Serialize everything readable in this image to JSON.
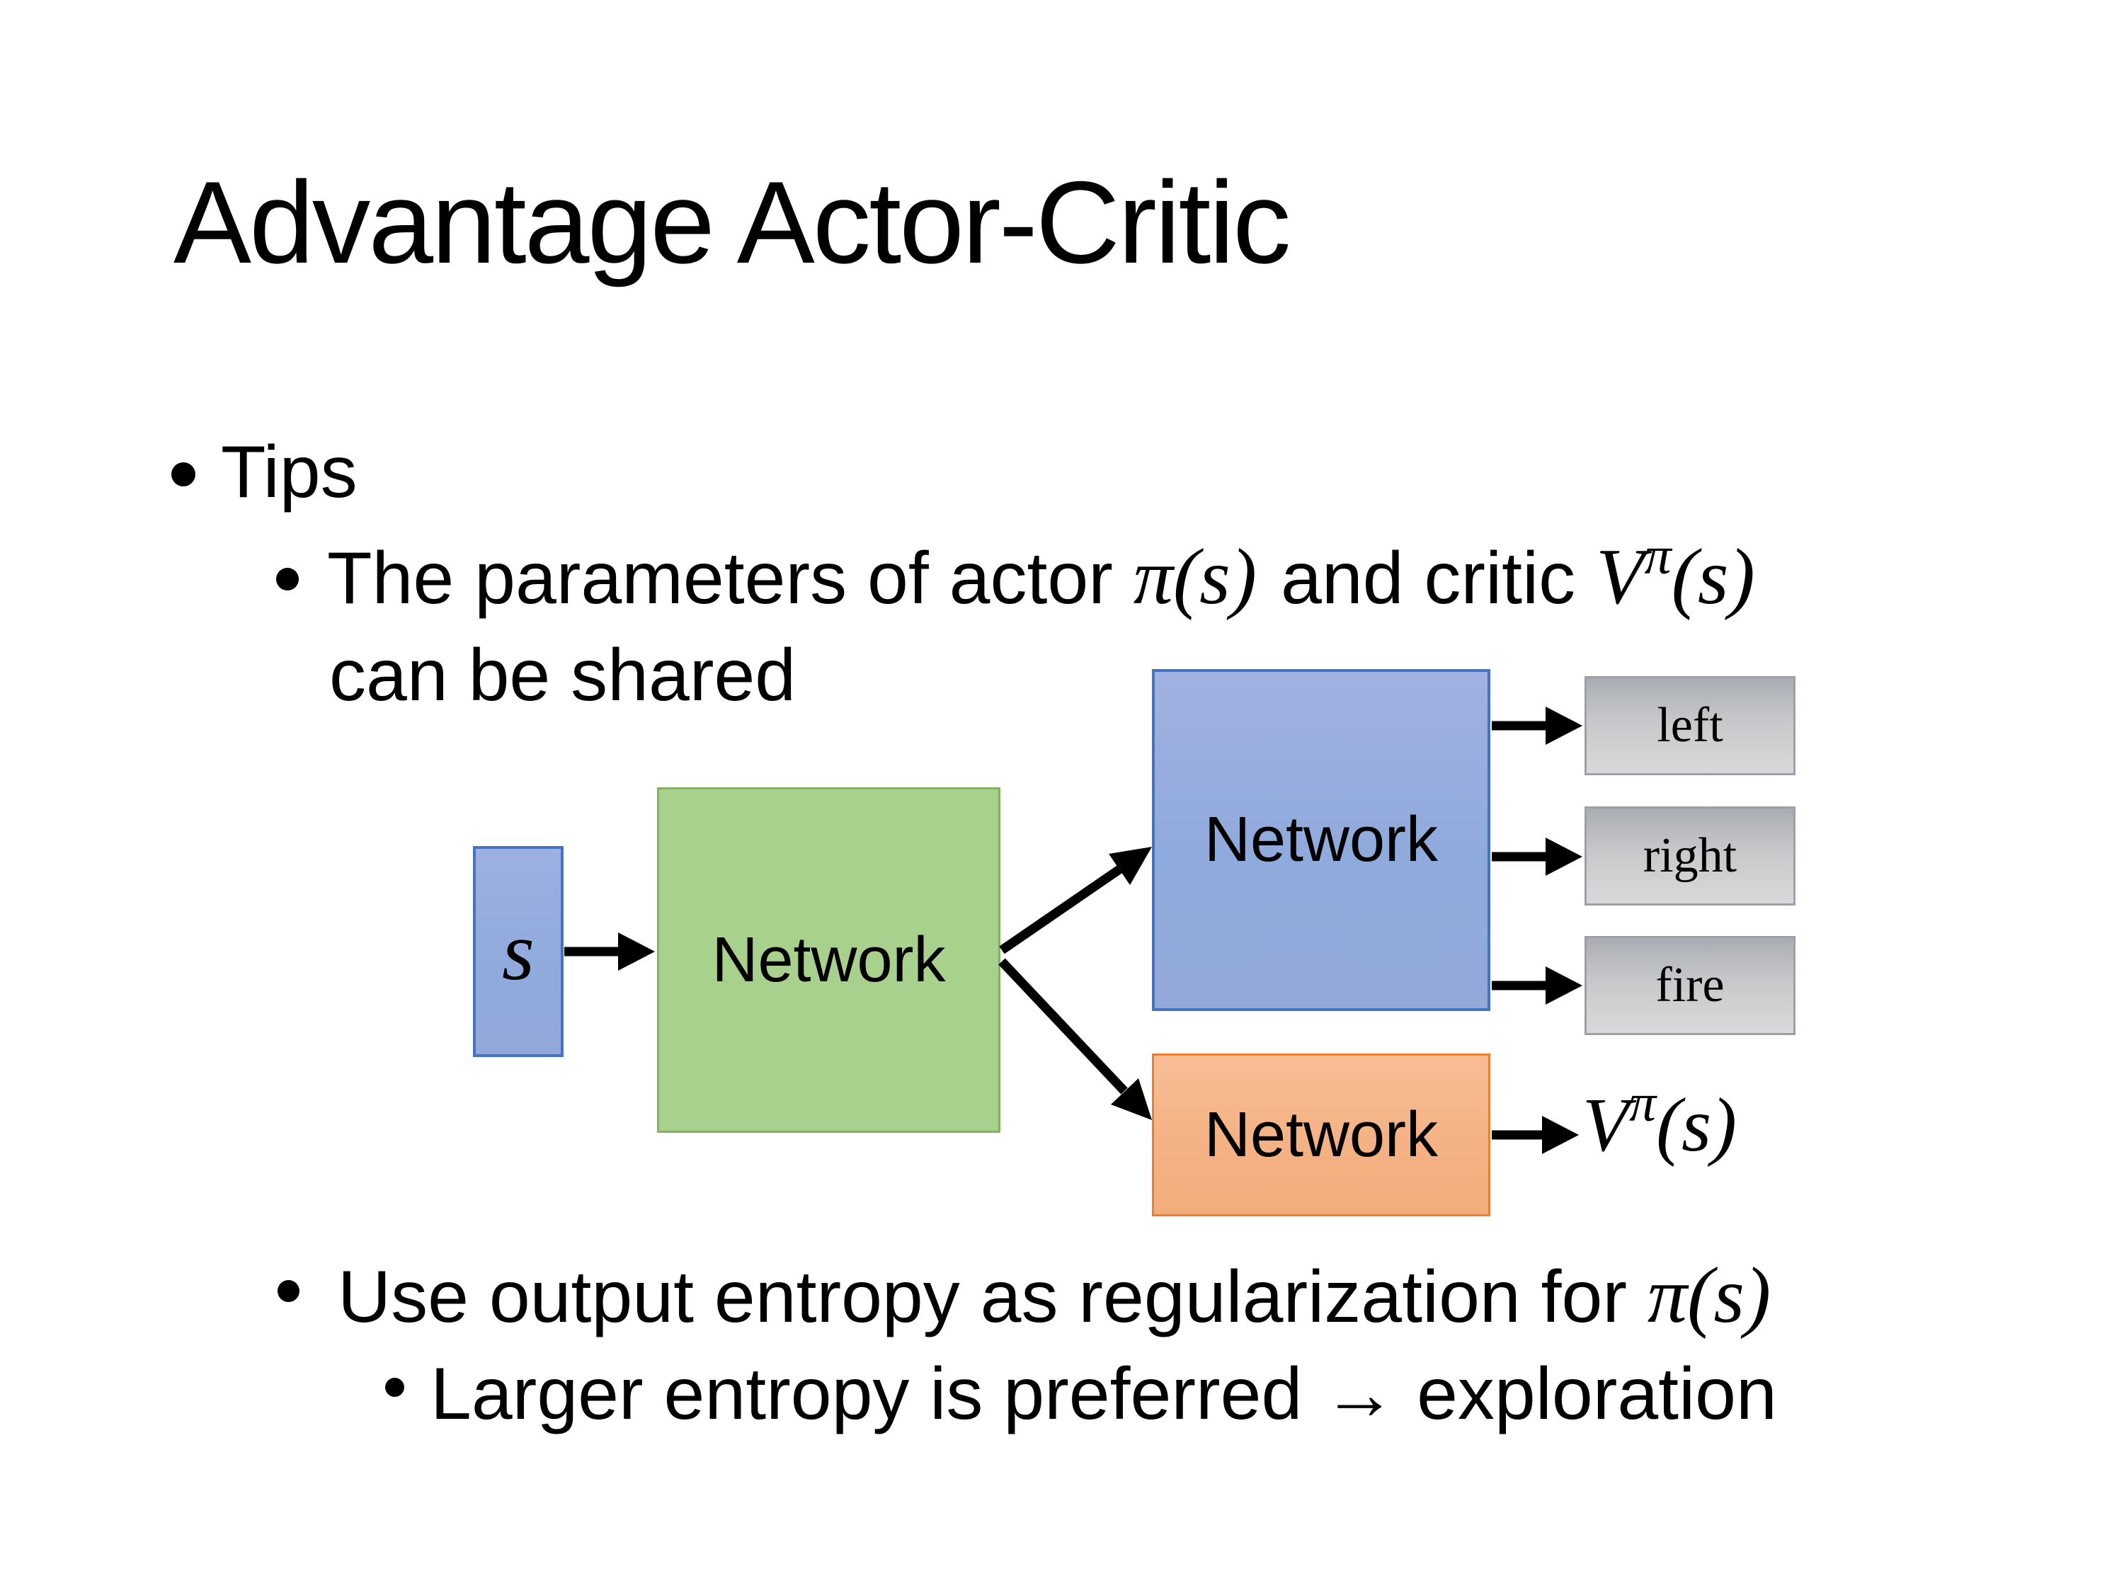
{
  "slide": {
    "title": "Advantage Actor-Critic",
    "bullets": {
      "tips": "Tips",
      "shared_pre": "The parameters of actor ",
      "shared_mid": "and critic ",
      "shared_line2": "can be shared",
      "entropy_pre": "Use output entropy as regularization for ",
      "exploration": "Larger entropy is preferred → exploration"
    },
    "math": {
      "pi_s": "π(s)",
      "V": "V",
      "sup_pi": "π",
      "paren_s": "(s)"
    },
    "diagram": {
      "state_label": "s",
      "shared_network_label": "Network",
      "actor_network_label": "Network",
      "critic_network_label": "Network",
      "actions": [
        "left",
        "right",
        "fire"
      ],
      "critic_output": {
        "V": "V",
        "sup_pi": "π",
        "paren_s": "(s)"
      }
    },
    "colors": {
      "state_fill": "#8faadc",
      "state_border": "#4472c4",
      "shared_fill": "#a9d18e",
      "shared_border": "#85b164",
      "actor_fill": "#8faadc",
      "actor_border": "#4472c4",
      "critic_fill": "#f4b183",
      "critic_border": "#ed7d31",
      "action_fill": "#c6c8ca",
      "action_border": "#9da1a7",
      "arrow": "#000000",
      "text": "#000000",
      "background": "#ffffff"
    }
  }
}
